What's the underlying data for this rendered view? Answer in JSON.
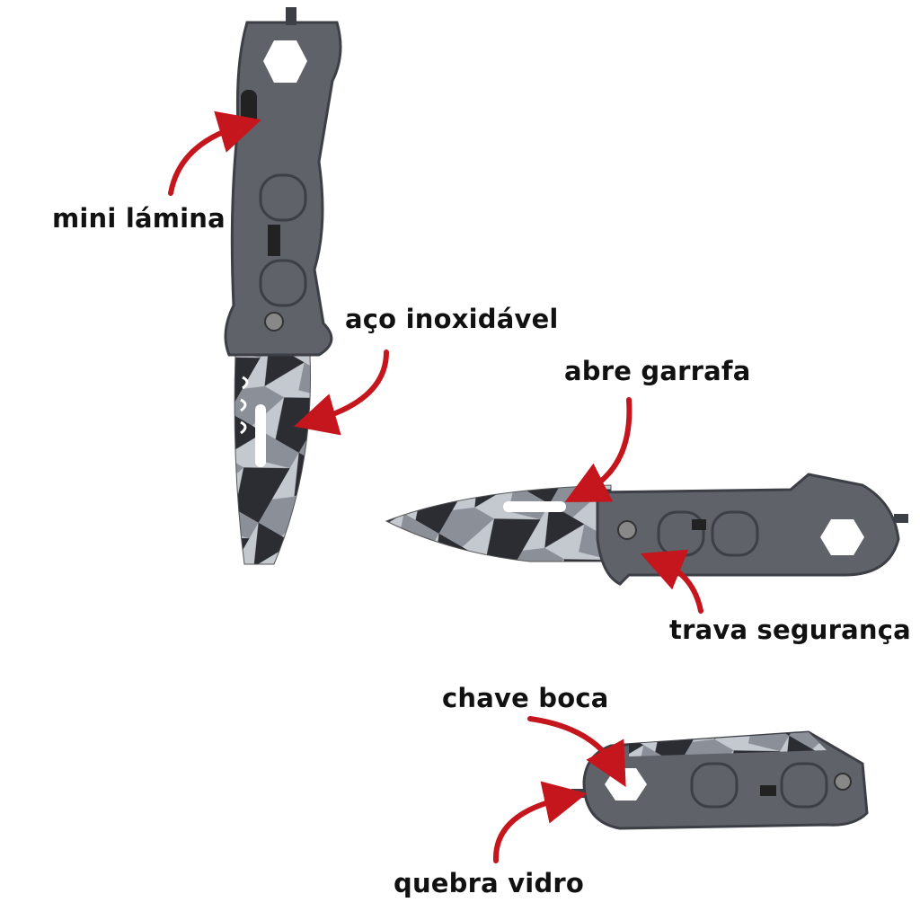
{
  "labels": {
    "mini_blade": "mini lámina",
    "stainless_steel": "aço inoxidável",
    "bottle_opener": "abre garrafa",
    "safety_lock": "trava segurança",
    "wrench": "chave boca",
    "glass_breaker": "quebra vidro"
  },
  "colors": {
    "arrow": "#c4161c",
    "handle": "#5f6269",
    "handle_dark": "#3c3f45",
    "camo_dark": "#2b2d33",
    "camo_mid": "#8a8f98",
    "camo_light": "#c4c8cf"
  }
}
